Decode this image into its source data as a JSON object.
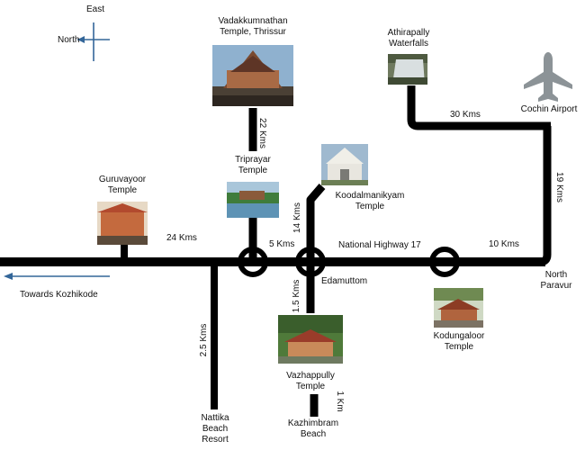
{
  "colors": {
    "road": "#000000",
    "arrow": "#336699",
    "airplane": "#8c9397",
    "text": "#111111"
  },
  "compass": {
    "east": "East",
    "north": "North"
  },
  "places": {
    "vadakkumnathan": "Vadakkumnathan\nTemple, Thrissur",
    "athirapally": "Athirapally\nWaterfalls",
    "cochin_airport": "Cochin Airport",
    "guruvayoor": "Guruvayoor\nTemple",
    "triprayar": "Triprayar\nTemple",
    "koodalmanikyam": "Koodalmanikyam\nTemple",
    "north_paravur": "North\nParavur",
    "towards_kozhikode": "Towards Kozhikode",
    "edamuttom": "Edamuttom",
    "kodungaloor": "Kodungaloor\nTemple",
    "vazhappully": "Vazhappully\nTemple",
    "nattika": "Nattika\nBeach\nResort",
    "kazhimbram": "Kazhimbram\nBeach"
  },
  "road_names": {
    "nh17": "National Highway 17"
  },
  "distances": {
    "d22": "22 Kms",
    "d30": "30 Kms",
    "d19": "19 Kms",
    "d14": "14 Kms",
    "d24": "24 Kms",
    "d5": "5 Kms",
    "d10": "10 Kms",
    "d15": "1.5 Kms",
    "d25": "2.5 Kms",
    "d1": "1 Km"
  },
  "icons": [
    "compass-icon",
    "airplane-icon",
    "towards-arrow-icon",
    "junction-circle-icon",
    "temple-photo",
    "waterfall-photo",
    "beach-resort-photo"
  ]
}
